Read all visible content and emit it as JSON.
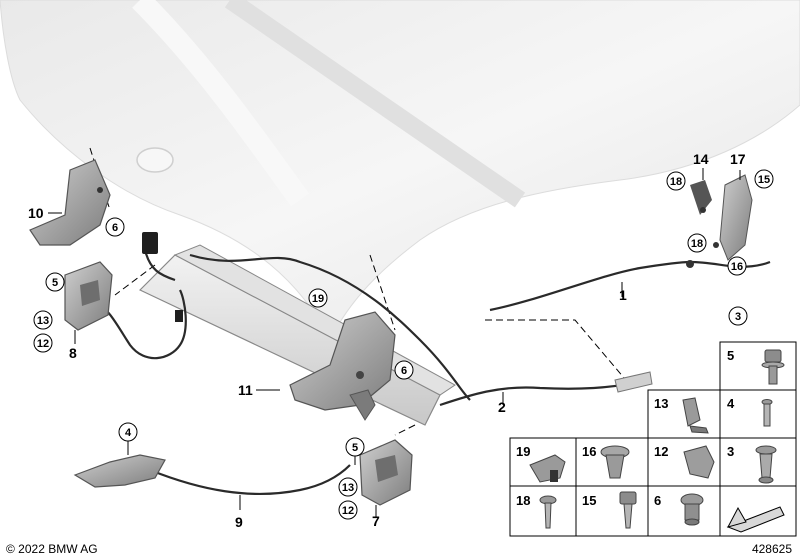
{
  "footer": {
    "copyright": "© 2022 BMW AG",
    "diagram_number": "428625"
  },
  "part_labels": {
    "p1": "1",
    "p2": "2",
    "p7": "7",
    "p8": "8",
    "p9": "9",
    "p10": "10",
    "p11": "11",
    "p14": "14",
    "p17": "17"
  },
  "circled_labels": {
    "c3": "3",
    "c4": "4",
    "c5a": "5",
    "c5b": "5",
    "c6a": "6",
    "c6b": "6",
    "c12a": "12",
    "c12b": "12",
    "c13a": "13",
    "c13b": "13",
    "c15": "15",
    "c16": "16",
    "c18a": "18",
    "c18b": "18",
    "c19": "19"
  },
  "legend_cells": {
    "l5": "5",
    "l4": "4",
    "l13": "13",
    "l3": "3",
    "l19": "19",
    "l16": "16",
    "l12": "12",
    "l18": "18",
    "l15": "15",
    "l6": "6"
  },
  "colors": {
    "hood": "#eeeeee",
    "parts": "#9a9a9a",
    "line": "#000000",
    "arrow_fill": "#d8d8d8"
  }
}
